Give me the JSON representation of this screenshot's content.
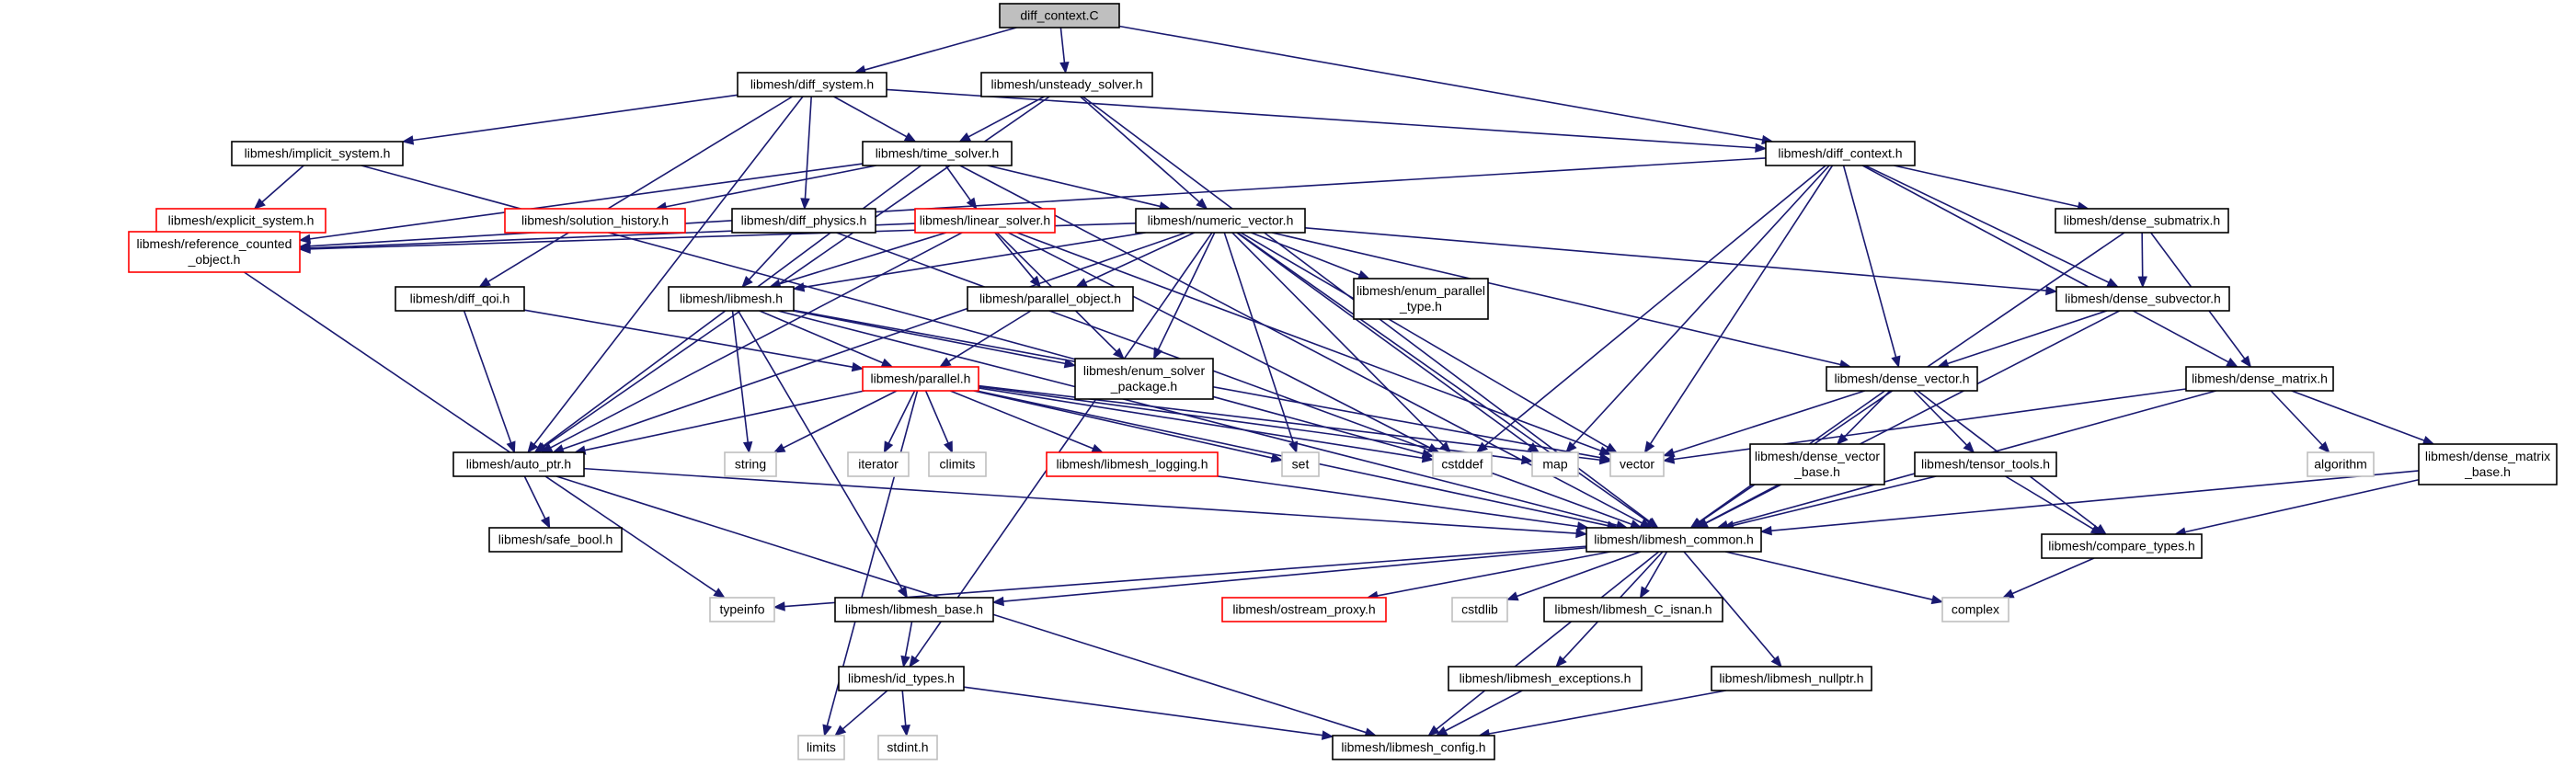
{
  "colors": {
    "normal": "#000000",
    "truncated": "#ff0000",
    "external": "#bfbfbf",
    "root_fill": "#bfbfbf",
    "edge": "#191970"
  },
  "nodes": [
    {
      "id": "root",
      "label": "diff_context.C",
      "kind": "root"
    },
    {
      "id": "diff_system",
      "label": "libmesh/diff_system.h",
      "kind": "normal"
    },
    {
      "id": "unsteady_solver",
      "label": "libmesh/unsteady_solver.h",
      "kind": "normal"
    },
    {
      "id": "implicit_system",
      "label": "libmesh/implicit_system.h",
      "kind": "normal"
    },
    {
      "id": "time_solver",
      "label": "libmesh/time_solver.h",
      "kind": "normal"
    },
    {
      "id": "diff_context",
      "label": "libmesh/diff_context.h",
      "kind": "normal"
    },
    {
      "id": "explicit_system",
      "label": "libmesh/explicit_system.h",
      "kind": "truncated"
    },
    {
      "id": "solution_history",
      "label": "libmesh/solution_history.h",
      "kind": "truncated"
    },
    {
      "id": "diff_physics",
      "label": "libmesh/diff_physics.h",
      "kind": "normal"
    },
    {
      "id": "linear_solver",
      "label": "libmesh/linear_solver.h",
      "kind": "truncated"
    },
    {
      "id": "numeric_vector",
      "label": "libmesh/numeric_vector.h",
      "kind": "normal"
    },
    {
      "id": "dense_submatrix",
      "label": "libmesh/dense_submatrix.h",
      "kind": "normal"
    },
    {
      "id": "reference_counted",
      "label": "libmesh/reference_counted\n_object.h",
      "kind": "truncated"
    },
    {
      "id": "diff_qoi",
      "label": "libmesh/diff_qoi.h",
      "kind": "normal"
    },
    {
      "id": "libmesh",
      "label": "libmesh/libmesh.h",
      "kind": "normal"
    },
    {
      "id": "parallel_object",
      "label": "libmesh/parallel_object.h",
      "kind": "normal"
    },
    {
      "id": "enum_parallel_type",
      "label": "libmesh/enum_parallel\n_type.h",
      "kind": "normal"
    },
    {
      "id": "dense_subvector",
      "label": "libmesh/dense_subvector.h",
      "kind": "normal"
    },
    {
      "id": "enum_solver_package",
      "label": "libmesh/enum_solver\n_package.h",
      "kind": "normal"
    },
    {
      "id": "parallel",
      "label": "libmesh/parallel.h",
      "kind": "truncated"
    },
    {
      "id": "dense_vector",
      "label": "libmesh/dense_vector.h",
      "kind": "normal"
    },
    {
      "id": "dense_matrix",
      "label": "libmesh/dense_matrix.h",
      "kind": "normal"
    },
    {
      "id": "auto_ptr",
      "label": "libmesh/auto_ptr.h",
      "kind": "normal"
    },
    {
      "id": "string",
      "label": "string",
      "kind": "external"
    },
    {
      "id": "iterator",
      "label": "iterator",
      "kind": "external"
    },
    {
      "id": "climits",
      "label": "climits",
      "kind": "external"
    },
    {
      "id": "libmesh_logging",
      "label": "libmesh/libmesh_logging.h",
      "kind": "truncated"
    },
    {
      "id": "set",
      "label": "set",
      "kind": "external"
    },
    {
      "id": "cstddef",
      "label": "cstddef",
      "kind": "external"
    },
    {
      "id": "map",
      "label": "map",
      "kind": "external"
    },
    {
      "id": "vector",
      "label": "vector",
      "kind": "external"
    },
    {
      "id": "dense_vector_base",
      "label": "libmesh/dense_vector\n_base.h",
      "kind": "normal"
    },
    {
      "id": "tensor_tools",
      "label": "libmesh/tensor_tools.h",
      "kind": "normal"
    },
    {
      "id": "algorithm",
      "label": "algorithm",
      "kind": "external"
    },
    {
      "id": "dense_matrix_base",
      "label": "libmesh/dense_matrix\n_base.h",
      "kind": "normal"
    },
    {
      "id": "safe_bool",
      "label": "libmesh/safe_bool.h",
      "kind": "normal"
    },
    {
      "id": "libmesh_common",
      "label": "libmesh/libmesh_common.h",
      "kind": "normal"
    },
    {
      "id": "compare_types",
      "label": "libmesh/compare_types.h",
      "kind": "normal"
    },
    {
      "id": "typeinfo",
      "label": "typeinfo",
      "kind": "external"
    },
    {
      "id": "libmesh_base",
      "label": "libmesh/libmesh_base.h",
      "kind": "normal"
    },
    {
      "id": "ostream_proxy",
      "label": "libmesh/ostream_proxy.h",
      "kind": "truncated"
    },
    {
      "id": "cstdlib",
      "label": "cstdlib",
      "kind": "external"
    },
    {
      "id": "libmesh_C_isnan",
      "label": "libmesh/libmesh_C_isnan.h",
      "kind": "normal"
    },
    {
      "id": "complex",
      "label": "complex",
      "kind": "external"
    },
    {
      "id": "id_types",
      "label": "libmesh/id_types.h",
      "kind": "normal"
    },
    {
      "id": "libmesh_exceptions",
      "label": "libmesh/libmesh_exceptions.h",
      "kind": "normal"
    },
    {
      "id": "libmesh_nullptr",
      "label": "libmesh/libmesh_nullptr.h",
      "kind": "normal"
    },
    {
      "id": "limits",
      "label": "limits",
      "kind": "external"
    },
    {
      "id": "stdint",
      "label": "stdint.h",
      "kind": "external"
    },
    {
      "id": "libmesh_config",
      "label": "libmesh/libmesh_config.h",
      "kind": "normal"
    }
  ],
  "edges": [
    [
      "root",
      "diff_system"
    ],
    [
      "root",
      "unsteady_solver"
    ],
    [
      "root",
      "diff_context"
    ],
    [
      "diff_system",
      "implicit_system"
    ],
    [
      "diff_system",
      "time_solver"
    ],
    [
      "diff_system",
      "diff_physics"
    ],
    [
      "diff_system",
      "diff_context"
    ],
    [
      "diff_system",
      "diff_qoi"
    ],
    [
      "diff_system",
      "auto_ptr"
    ],
    [
      "unsteady_solver",
      "time_solver"
    ],
    [
      "unsteady_solver",
      "numeric_vector"
    ],
    [
      "unsteady_solver",
      "auto_ptr"
    ],
    [
      "unsteady_solver",
      "libmesh_common"
    ],
    [
      "implicit_system",
      "explicit_system"
    ],
    [
      "implicit_system",
      "cstddef"
    ],
    [
      "time_solver",
      "solution_history"
    ],
    [
      "time_solver",
      "linear_solver"
    ],
    [
      "time_solver",
      "numeric_vector"
    ],
    [
      "time_solver",
      "reference_counted"
    ],
    [
      "time_solver",
      "auto_ptr"
    ],
    [
      "time_solver",
      "libmesh_common"
    ],
    [
      "diff_context",
      "reference_counted"
    ],
    [
      "diff_context",
      "dense_submatrix"
    ],
    [
      "diff_context",
      "dense_subvector"
    ],
    [
      "diff_context",
      "dense_vector"
    ],
    [
      "diff_context",
      "dense_matrix"
    ],
    [
      "diff_context",
      "cstddef"
    ],
    [
      "diff_context",
      "map"
    ],
    [
      "diff_context",
      "vector"
    ],
    [
      "diff_physics",
      "libmesh"
    ],
    [
      "diff_physics",
      "libmesh_common"
    ],
    [
      "linear_solver",
      "libmesh"
    ],
    [
      "linear_solver",
      "parallel_object"
    ],
    [
      "linear_solver",
      "enum_solver_package"
    ],
    [
      "linear_solver",
      "reference_counted"
    ],
    [
      "linear_solver",
      "auto_ptr"
    ],
    [
      "linear_solver",
      "cstddef"
    ],
    [
      "linear_solver",
      "vector"
    ],
    [
      "numeric_vector",
      "libmesh"
    ],
    [
      "numeric_vector",
      "parallel_object"
    ],
    [
      "numeric_vector",
      "enum_parallel_type"
    ],
    [
      "numeric_vector",
      "enum_solver_package"
    ],
    [
      "numeric_vector",
      "dense_subvector"
    ],
    [
      "numeric_vector",
      "dense_vector"
    ],
    [
      "numeric_vector",
      "set"
    ],
    [
      "numeric_vector",
      "cstddef"
    ],
    [
      "numeric_vector",
      "map"
    ],
    [
      "numeric_vector",
      "vector"
    ],
    [
      "numeric_vector",
      "libmesh_common"
    ],
    [
      "numeric_vector",
      "auto_ptr"
    ],
    [
      "numeric_vector",
      "id_types"
    ],
    [
      "numeric_vector",
      "reference_counted"
    ],
    [
      "dense_submatrix",
      "dense_subvector"
    ],
    [
      "dense_submatrix",
      "dense_matrix"
    ],
    [
      "dense_submatrix",
      "libmesh_common"
    ],
    [
      "reference_counted",
      "typeinfo"
    ],
    [
      "diff_qoi",
      "parallel"
    ],
    [
      "diff_qoi",
      "auto_ptr"
    ],
    [
      "libmesh",
      "parallel"
    ],
    [
      "libmesh",
      "string"
    ],
    [
      "libmesh",
      "enum_solver_package"
    ],
    [
      "libmesh",
      "libmesh_base"
    ],
    [
      "libmesh",
      "libmesh_common"
    ],
    [
      "libmesh",
      "vector"
    ],
    [
      "parallel_object",
      "parallel"
    ],
    [
      "dense_subvector",
      "dense_vector"
    ],
    [
      "dense_subvector",
      "libmesh_common"
    ],
    [
      "parallel",
      "auto_ptr"
    ],
    [
      "parallel",
      "string"
    ],
    [
      "parallel",
      "iterator"
    ],
    [
      "parallel",
      "climits"
    ],
    [
      "parallel",
      "libmesh_logging"
    ],
    [
      "parallel",
      "set"
    ],
    [
      "parallel",
      "cstddef"
    ],
    [
      "parallel",
      "map"
    ],
    [
      "parallel",
      "vector"
    ],
    [
      "parallel",
      "libmesh_common"
    ],
    [
      "parallel",
      "limits"
    ],
    [
      "dense_vector",
      "dense_vector_base"
    ],
    [
      "dense_vector",
      "tensor_tools"
    ],
    [
      "dense_vector",
      "compare_types"
    ],
    [
      "dense_vector",
      "libmesh_common"
    ],
    [
      "dense_vector",
      "vector"
    ],
    [
      "dense_matrix",
      "dense_matrix_base"
    ],
    [
      "dense_matrix",
      "algorithm"
    ],
    [
      "dense_matrix",
      "libmesh_common"
    ],
    [
      "dense_matrix",
      "vector"
    ],
    [
      "auto_ptr",
      "safe_bool"
    ],
    [
      "auto_ptr",
      "libmesh_common"
    ],
    [
      "auto_ptr",
      "libmesh_config"
    ],
    [
      "libmesh_logging",
      "libmesh_common"
    ],
    [
      "dense_vector_base",
      "libmesh_common"
    ],
    [
      "tensor_tools",
      "libmesh_common"
    ],
    [
      "tensor_tools",
      "compare_types"
    ],
    [
      "dense_matrix_base",
      "libmesh_common"
    ],
    [
      "dense_matrix_base",
      "compare_types"
    ],
    [
      "libmesh_common",
      "typeinfo"
    ],
    [
      "libmesh_common",
      "libmesh_base"
    ],
    [
      "libmesh_common",
      "ostream_proxy"
    ],
    [
      "libmesh_common",
      "cstdlib"
    ],
    [
      "libmesh_common",
      "libmesh_C_isnan"
    ],
    [
      "libmesh_common",
      "complex"
    ],
    [
      "libmesh_common",
      "libmesh_exceptions"
    ],
    [
      "libmesh_common",
      "libmesh_nullptr"
    ],
    [
      "libmesh_common",
      "libmesh_config"
    ],
    [
      "compare_types",
      "complex"
    ],
    [
      "libmesh_base",
      "id_types"
    ],
    [
      "id_types",
      "limits"
    ],
    [
      "id_types",
      "stdint"
    ],
    [
      "id_types",
      "libmesh_config"
    ],
    [
      "libmesh_exceptions",
      "libmesh_config"
    ],
    [
      "libmesh_nullptr",
      "libmesh_config"
    ]
  ]
}
